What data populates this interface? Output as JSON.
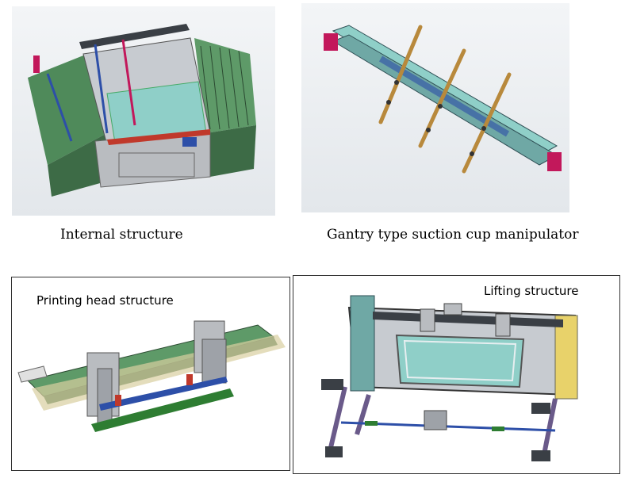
{
  "figures": [
    {
      "caption": "Internal structure",
      "image": "internal-structure-cad-render"
    },
    {
      "caption": "Gantry type suction cup manipulator",
      "image": "gantry-manipulator-cad-render"
    },
    {
      "caption": "Printing head structure",
      "image": "printing-head-cad-render"
    },
    {
      "caption": "Lifting structure",
      "image": "lifting-structure-cad-render"
    }
  ],
  "colors": {
    "frame_dark": "#3a3f45",
    "rail_teal": "#8fcfc8",
    "green_body": "#4f8a5a",
    "gray_body": "#b9bcc0",
    "accent_magenta": "#c2185b",
    "accent_blue": "#2d4fa8",
    "wood_bar": "#b8893c"
  }
}
